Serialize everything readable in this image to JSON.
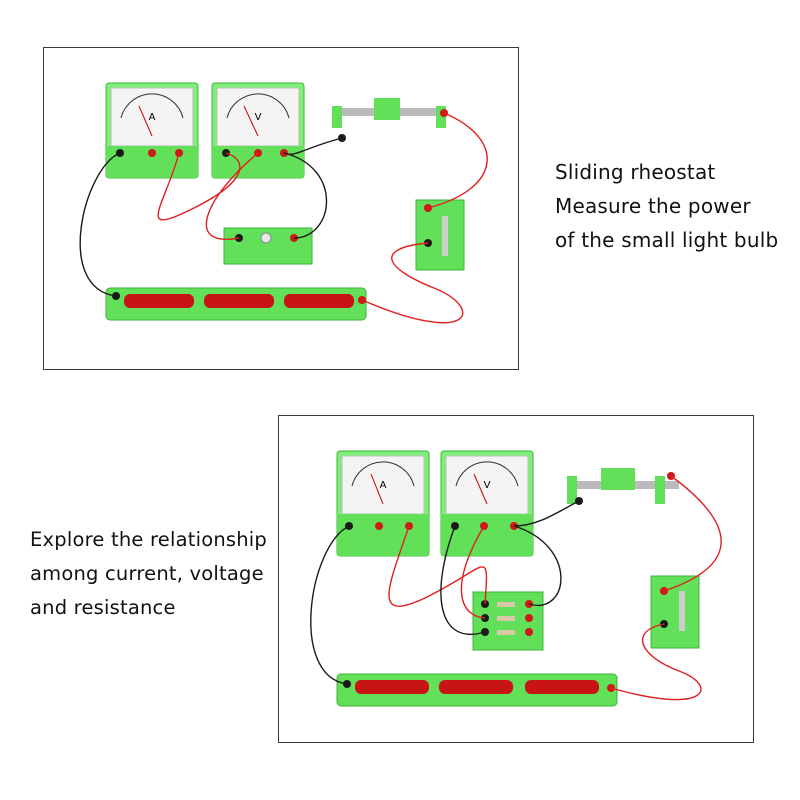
{
  "top_example": {
    "caption_lines": [
      "Sliding rheostat",
      "Measure the power",
      "of the small light bulb"
    ],
    "ammeter_label": "A",
    "voltmeter_label": "V"
  },
  "bottom_example": {
    "caption_lines": [
      "Explore the relationship",
      "among current, voltage",
      "and resistance"
    ],
    "ammeter_label": "A",
    "voltmeter_label": "V"
  },
  "colors": {
    "component_green": "#62e05a",
    "wire_red": "#e02020",
    "wire_black": "#1a1a1a",
    "terminal_red": "#d01818",
    "battery_red": "#c81414"
  }
}
